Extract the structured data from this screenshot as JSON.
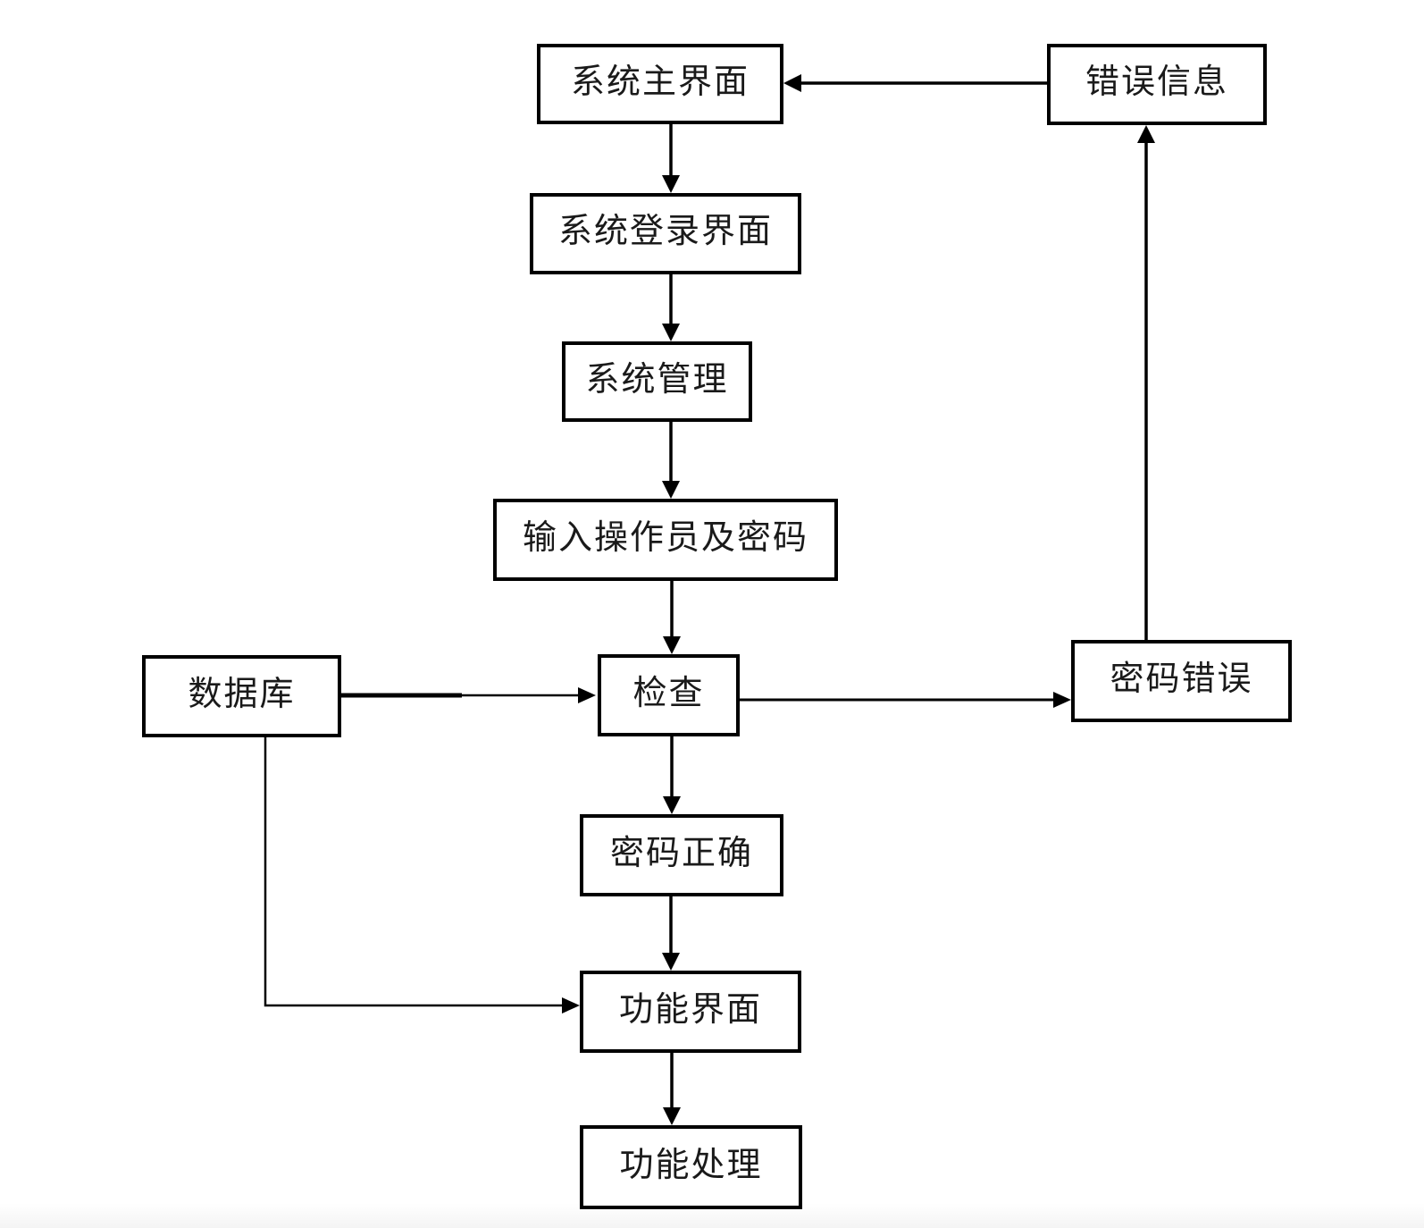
{
  "diagram": {
    "type": "flowchart",
    "colors": {
      "background": "#ffffff",
      "box_border": "#000000",
      "box_fill": "#ffffff",
      "line": "#000000",
      "text": "#1a1a1a"
    },
    "nodes": {
      "sys_main": {
        "label": "系统主界面"
      },
      "error_info": {
        "label": "错误信息"
      },
      "sys_login": {
        "label": "系统登录界面"
      },
      "sys_mgmt": {
        "label": "系统管理"
      },
      "input_op": {
        "label": "输入操作员及密码"
      },
      "database": {
        "label": "数据库"
      },
      "check": {
        "label": "检查"
      },
      "pwd_error": {
        "label": "密码错误"
      },
      "pwd_correct": {
        "label": "密码正确"
      },
      "func_ui": {
        "label": "功能界面"
      },
      "func_proc": {
        "label": "功能处理"
      }
    },
    "edges": [
      {
        "from": "sys_main",
        "to": "sys_login"
      },
      {
        "from": "sys_login",
        "to": "sys_mgmt"
      },
      {
        "from": "sys_mgmt",
        "to": "input_op"
      },
      {
        "from": "input_op",
        "to": "check"
      },
      {
        "from": "database",
        "to": "check"
      },
      {
        "from": "check",
        "to": "pwd_error"
      },
      {
        "from": "pwd_error",
        "to": "error_info"
      },
      {
        "from": "error_info",
        "to": "sys_main"
      },
      {
        "from": "check",
        "to": "pwd_correct"
      },
      {
        "from": "pwd_correct",
        "to": "func_ui"
      },
      {
        "from": "database",
        "to": "func_ui"
      },
      {
        "from": "func_ui",
        "to": "func_proc"
      }
    ]
  }
}
